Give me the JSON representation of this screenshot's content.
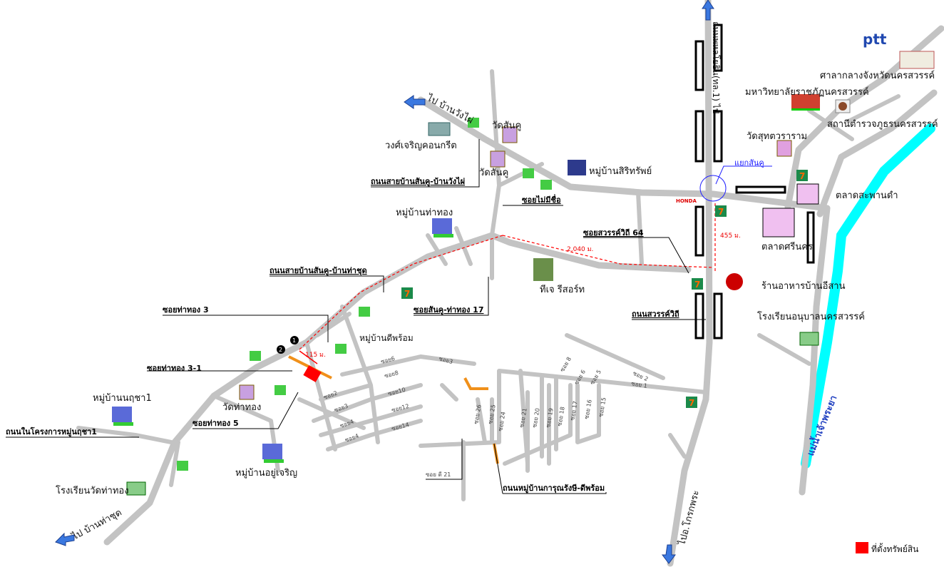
{
  "map": {
    "labels": [
      "ไป บ้านวังไผ่",
      "วัดสันคู",
      "วงศ์เจริญคอนกรีต",
      "วัดสันคู",
      "ถนนสายบ้านสันคู-บ้านวังไผ่",
      "หมู่บ้านสิริทรัพย์",
      "ซอยไม่มีชื่อ",
      "หมู่บ้านท่าทอง",
      "ซอยสวรรค์วิถี 64",
      "2,040 ม.",
      "455 ม.",
      "ถนนสายบ้านสันคู-บ้านท่าชุด",
      "ทีเจ รีสอร์ท",
      "ซอยสันคู-ท่าทอง 17",
      "ซอยท่าทอง 3",
      "ถนนสวรรค์วิถี",
      "ร้านอาหารบ้านอีสาน",
      "โรงเรียนอนุบาลนครสวรรค์",
      "หมู่บ้านดีพร้อม",
      "115 ม.",
      "ซอยท่าทอง 3-1",
      "หมู่บ้านนฤชา1",
      "วัดท่าทอง",
      "ซอยท่าทอง 5",
      "ถนนในโครงการหมู่นฤชา1",
      "หมู่บ้านอยู่เจริญ",
      "โรงเรียนวัดท่าทอง",
      "ไป บ้านท่าชุด",
      "ซอย ดี 21",
      "ถนนหมู่บ้านการุณรังษี-ดีพร้อม",
      "ไปอ.โกรกพระ",
      "แม่น้ำเจ้าพระยา",
      "ที่ตั้งทรัพย์สิน",
      "ศาลากลางจังหวัดนครสวรรค์",
      "มหาวิทยาลัยราชภัฏนครสวรรค์",
      "สถานีตำรวจภูธรนครสวรรค์",
      "วัดสุทตวราราม",
      "แยกสันคู",
      "ตลาดสะพานดำ",
      "ตลาดศรีนคร",
      "ถนนพหลโยธิน(ทล.1) ไป"
    ],
    "soi_labels": [
      "ซอย3",
      "ซอย6",
      "ซอย8",
      "ซอย10",
      "ซอย12",
      "ซอย14",
      "ซอย2",
      "ซอย3",
      "ซอย4",
      "ซอย4",
      "ซอย 8",
      "ซอย 6",
      "ซอย 5",
      "ซอย 2",
      "ซอย 1",
      "ซอย 26",
      "ซอย 25",
      "ซอย 24",
      "ซอย 21",
      "ซอย 20",
      "ซอย 19",
      "ซอย 18",
      "ซอย 17",
      "ซอย 16",
      "ซอย 15"
    ],
    "logos": {
      "ptt": "ptt",
      "honda": "HONDA",
      "seven": "7"
    },
    "markers": [
      "1",
      "2"
    ],
    "colors": {
      "road": "#c3c3c3",
      "river": "#00ffff",
      "property": "#ff0000",
      "route": "#ff0000",
      "orange_road": "#f0901a"
    }
  }
}
